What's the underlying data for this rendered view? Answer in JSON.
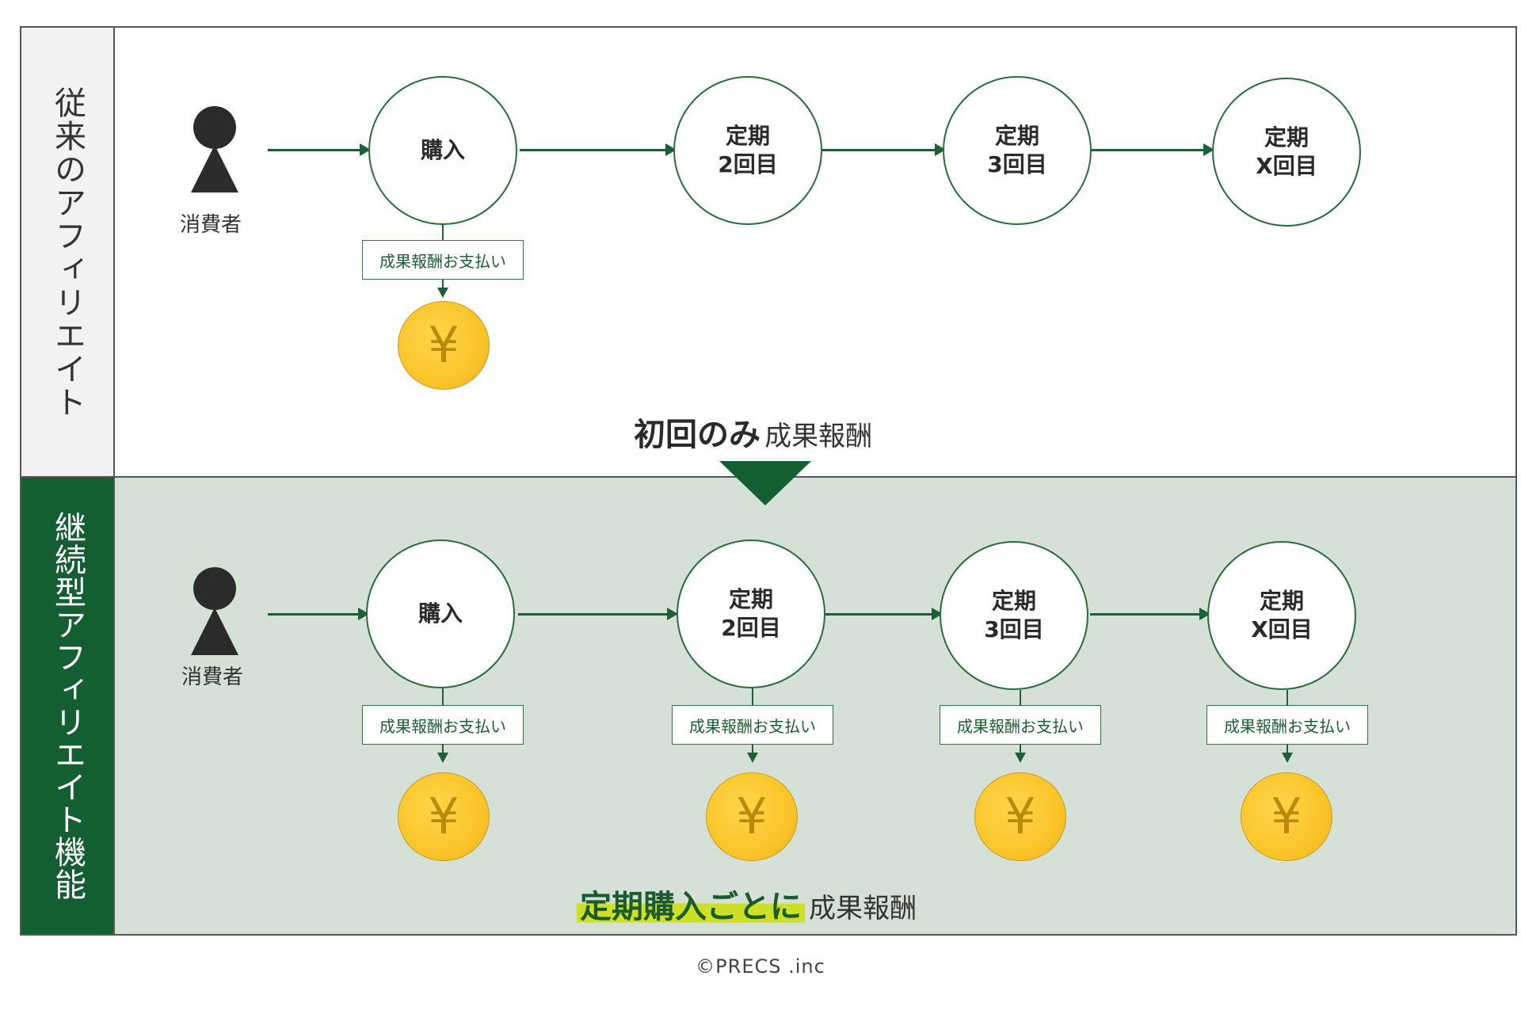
{
  "sections": {
    "traditional": {
      "label": "従来のアフィリエイト",
      "consumer_label": "消費者",
      "steps": [
        "購入",
        "定期\n2回目",
        "定期\n3回目",
        "定期\nX回目"
      ],
      "payment_label": "成果報酬お支払い",
      "coin_symbol": "¥",
      "caption_strong": "初回のみ",
      "caption_weak": "成果報酬"
    },
    "continuous": {
      "label": "継続型アフィリエイト機能",
      "consumer_label": "消費者",
      "steps": [
        "購入",
        "定期\n2回目",
        "定期\n3回目",
        "定期\nX回目"
      ],
      "payment_label": "成果報酬お支払い",
      "coin_symbol": "¥",
      "caption_strong": "定期購入ごとに",
      "caption_weak": "成果報酬"
    }
  },
  "copyright": "©PRECS .inc",
  "colors": {
    "brand_green": "#145f32",
    "line_green": "#1c6136",
    "highlight": "#cde025",
    "coin_gold": "#fbc52a",
    "bottom_bg": "#d5e1d7"
  }
}
